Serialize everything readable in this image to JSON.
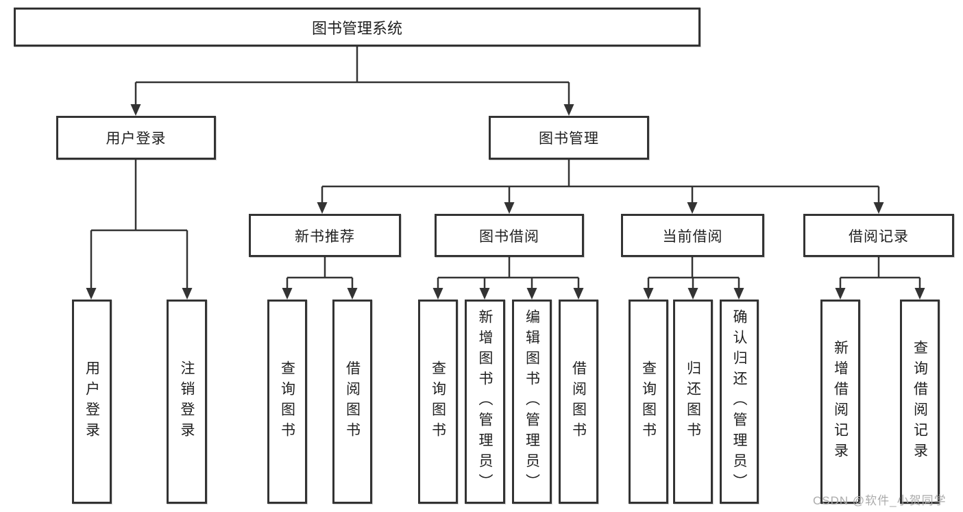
{
  "diagram": {
    "root": {
      "label": "图书管理系统"
    },
    "branches": [
      {
        "label": "用户登录",
        "children": [
          {
            "label": "用户登录"
          },
          {
            "label": "注销登录"
          }
        ]
      },
      {
        "label": "图书管理",
        "children": [
          {
            "label": "新书推荐",
            "children": [
              {
                "label": "查询图书"
              },
              {
                "label": "借阅图书"
              }
            ]
          },
          {
            "label": "图书借阅",
            "children": [
              {
                "label": "查询图书"
              },
              {
                "label": "新增图书（管理员）"
              },
              {
                "label": "编辑图书（管理员）"
              },
              {
                "label": "借阅图书"
              }
            ]
          },
          {
            "label": "当前借阅",
            "children": [
              {
                "label": "查询图书"
              },
              {
                "label": "归还图书"
              },
              {
                "label": "确认归还（管理员）"
              }
            ]
          },
          {
            "label": "借阅记录",
            "children": [
              {
                "label": "新增借阅记录"
              },
              {
                "label": "查询借阅记录"
              }
            ]
          }
        ]
      }
    ]
  },
  "watermark": {
    "text": "CSDN @软件_小贺同学"
  },
  "colors": {
    "line": "#333333",
    "box_border": "#333333",
    "text": "#1f1f1f",
    "background": "#ffffff",
    "watermark": "#ababab"
  }
}
